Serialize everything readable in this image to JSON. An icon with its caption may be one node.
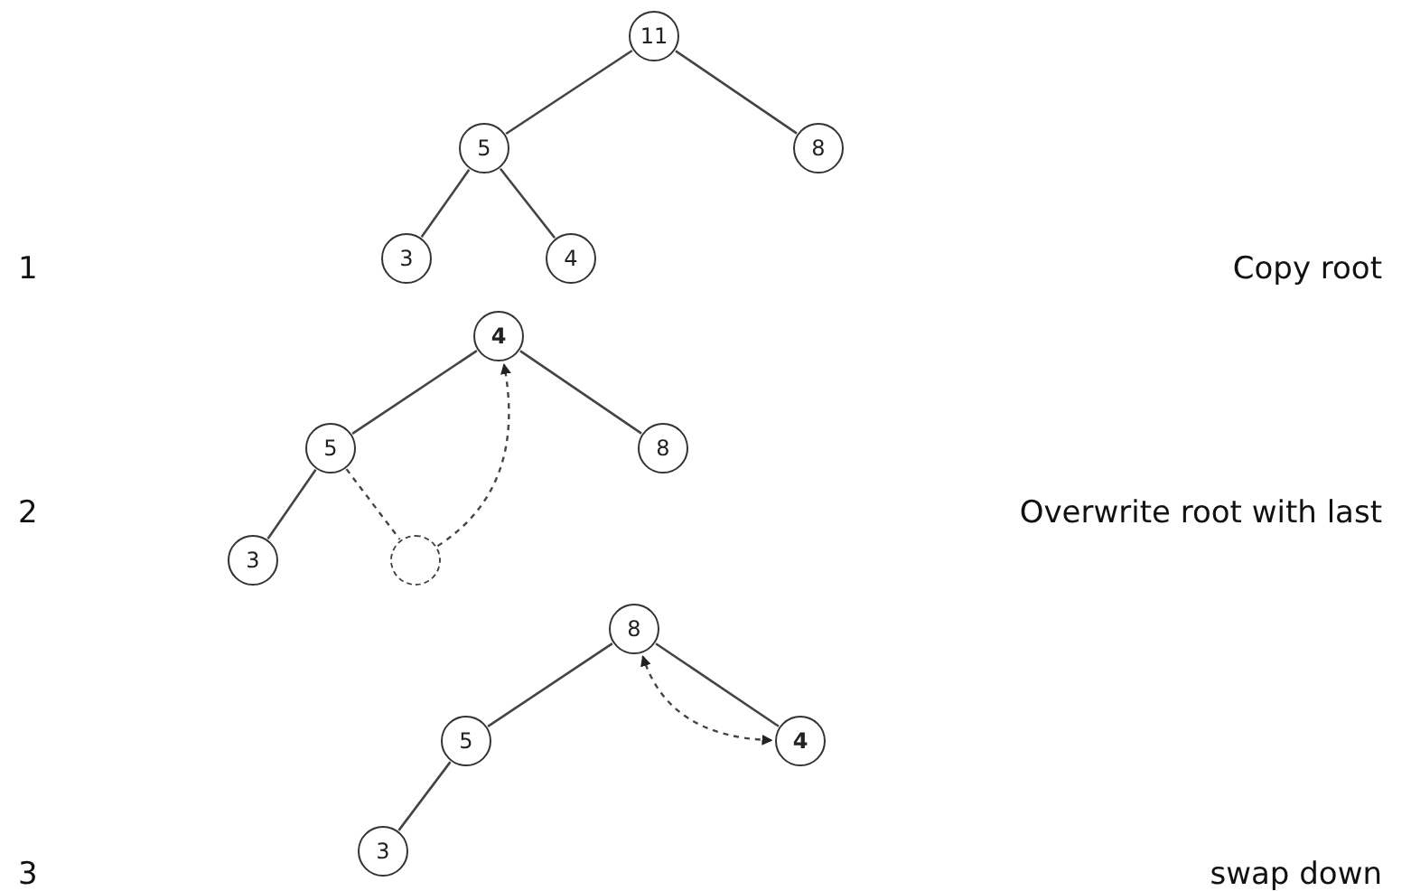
{
  "diagram": {
    "nodes": [
      {
        "text": [
          "11"
        ]
      },
      {
        "text": [
          "5"
        ]
      },
      {
        "text": [
          "8"
        ]
      },
      {
        "text": [
          "3"
        ]
      },
      {
        "text": [
          "4"
        ]
      },
      {
        "text": [
          "4"
        ]
      },
      {
        "text": [
          "5"
        ]
      },
      {
        "text": [
          "8"
        ]
      },
      {
        "text": [
          "3"
        ]
      },
      {
        "text": [],
        "shape": "circle"
      },
      {
        "text": [
          "8"
        ]
      },
      {
        "text": [
          "5"
        ]
      },
      {
        "text": [
          "4"
        ]
      },
      {
        "text": [
          "3"
        ]
      }
    ],
    "edges": [
      {
        "from": 0,
        "to": 1,
        "arrow": "none"
      },
      {
        "from": 0,
        "to": 2,
        "arrow": "none"
      },
      {
        "from": 1,
        "to": 3,
        "arrow": "none"
      },
      {
        "from": 1,
        "to": 4,
        "arrow": "none"
      },
      {
        "from": 5,
        "to": 6,
        "arrow": "none"
      },
      {
        "from": 5,
        "to": 7,
        "arrow": "none"
      },
      {
        "from": 6,
        "to": 8,
        "arrow": "none"
      },
      {
        "from": 6,
        "to": 9,
        "arrow": "none",
        "style": "dashed"
      },
      {
        "from": 9,
        "to": 5,
        "arrow": "to",
        "style": "dashed"
      },
      {
        "from": 10,
        "to": 11,
        "arrow": "none"
      },
      {
        "from": 10,
        "to": 12,
        "arrow": "none"
      },
      {
        "from": 11,
        "to": 13,
        "arrow": "none"
      },
      {
        "from": 12,
        "to": 10,
        "arrow": "both",
        "style": "dashed"
      }
    ],
    "labels": [
      "1",
      "Copy root",
      "2",
      "Overwrite root with last",
      "3",
      "swap down"
    ]
  }
}
